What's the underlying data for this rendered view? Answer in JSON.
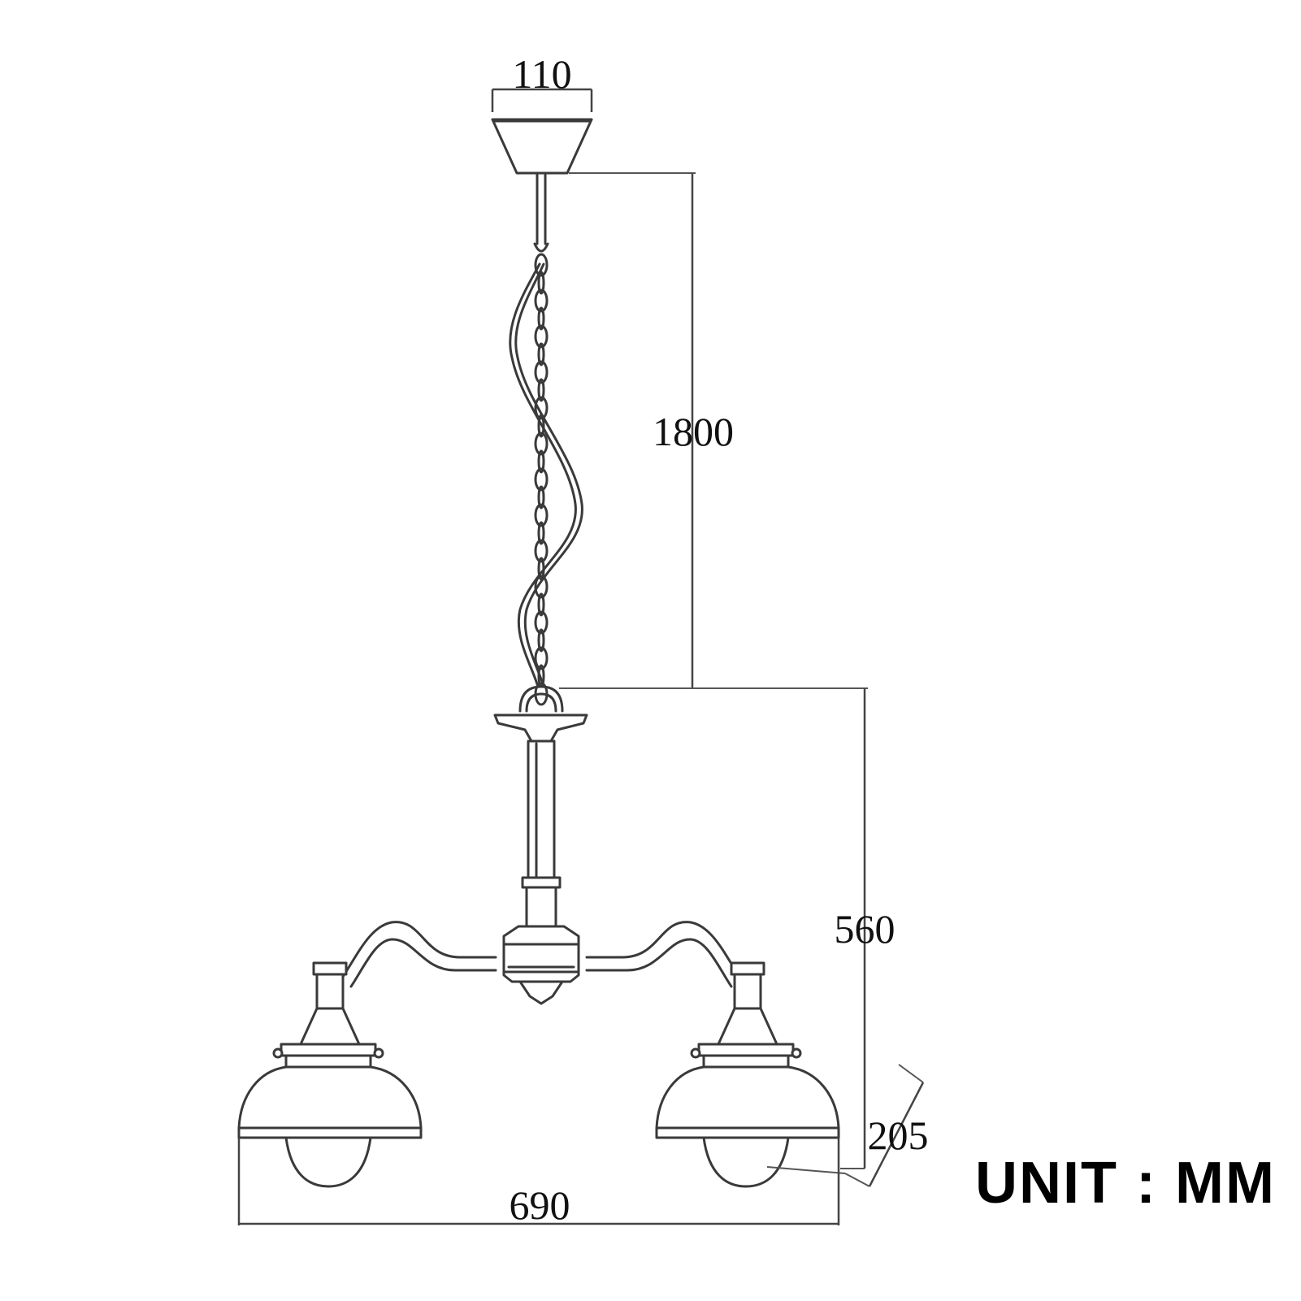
{
  "dimensions": {
    "canopy_width": "110",
    "drop_length": "1800",
    "body_height": "560",
    "shade_height": "205",
    "overall_width": "690"
  },
  "unit_label": "UNIT : MM",
  "colors": {
    "line": "#3a3a3a",
    "text": "#111111",
    "background": "#ffffff"
  }
}
